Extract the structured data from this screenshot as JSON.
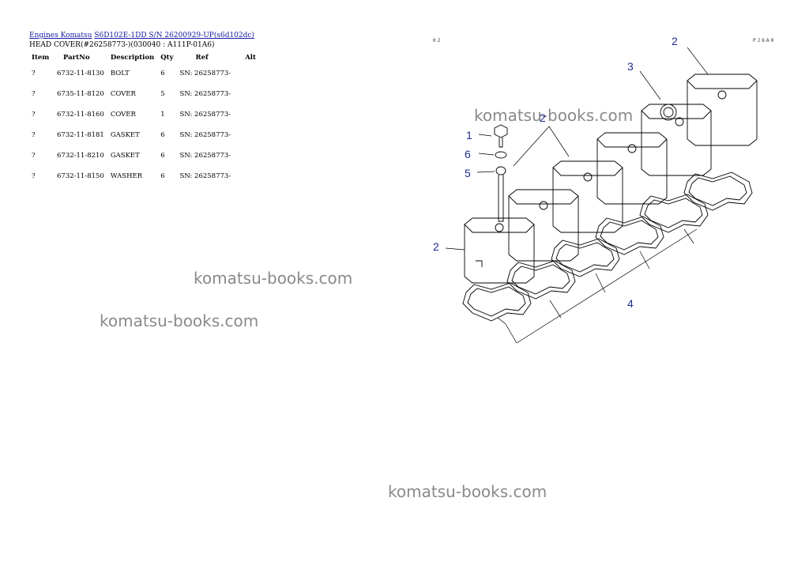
{
  "breadcrumb": {
    "link1": "Engines Komatsu",
    "link2": "S6D102E-1DD S/N 26200929-UP(s6d102dc)"
  },
  "subtitle": "HEAD COVER(#26258773-)(030040 : A111P-01A6)",
  "table": {
    "headers": [
      "Item",
      "PartNo",
      "Description",
      "Qty",
      "Ref",
      "Alt"
    ],
    "rows": [
      [
        "?",
        "6732-11-8130",
        "BOLT",
        "6",
        "SN: 26258773-",
        ""
      ],
      [
        "?",
        "6735-11-8120",
        "COVER",
        "5",
        "SN: 26258773-",
        ""
      ],
      [
        "?",
        "6732-11-8160",
        "COVER",
        "1",
        "SN: 26258773-",
        ""
      ],
      [
        "?",
        "6732-11-8181",
        "GASKET",
        "6",
        "SN: 26258773-",
        ""
      ],
      [
        "?",
        "6732-11-8210",
        "GASKET",
        "6",
        "SN: 26258773-",
        ""
      ],
      [
        "?",
        "6732-11-8150",
        "WASHER",
        "6",
        "SN: 26258773-",
        ""
      ]
    ]
  },
  "page_codes": {
    "left": "02",
    "right": "PJ6A0"
  },
  "callouts": {
    "c1": "1",
    "c2a": "2",
    "c2b": "2",
    "c2c": "2",
    "c3": "3",
    "c4": "4",
    "c5": "5",
    "c6": "6"
  },
  "watermarks": [
    "komatsu-books.com",
    "komatsu-books.com",
    "komatsu-books.com",
    "komatsu-books.com"
  ],
  "colors": {
    "link": "#1a1aa6",
    "callout": "#1f2d8a",
    "watermark": "#8a8a8a"
  }
}
